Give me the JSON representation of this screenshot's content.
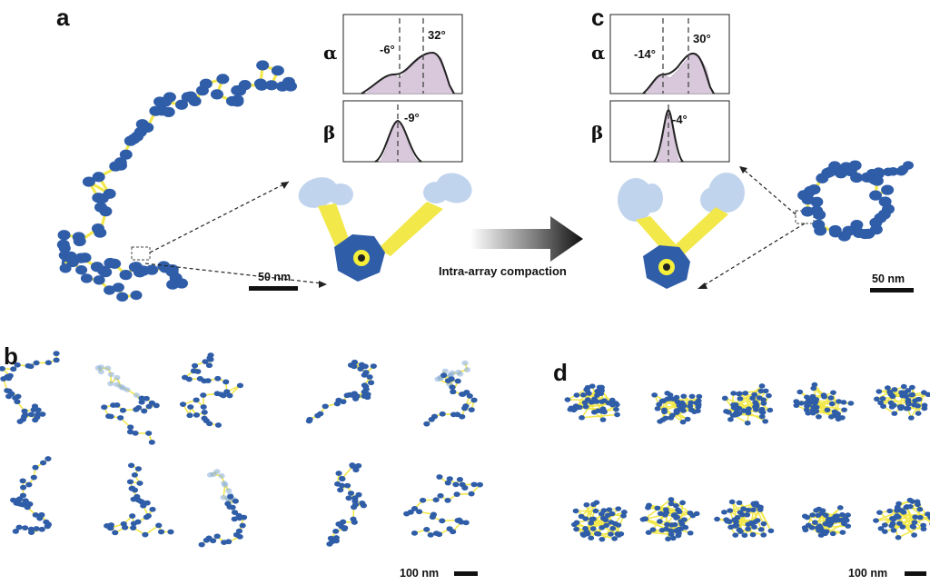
{
  "panels": {
    "a": "a",
    "b": "b",
    "c": "c",
    "d": "d"
  },
  "histograms": {
    "a": {
      "alpha_label": "α",
      "beta_label": "β",
      "alpha_angles": [
        "-6°",
        "32°"
      ],
      "beta_angle": "-9°"
    },
    "c": {
      "alpha_label": "α",
      "beta_label": "β",
      "alpha_angles": [
        "-14°",
        "30°"
      ],
      "beta_angle": "-4°"
    }
  },
  "arrow_caption": "Intra-array compaction",
  "scale_bars": {
    "a": "50 nm",
    "c": "50 nm",
    "b": "100 nm",
    "d": "100 nm"
  },
  "colors": {
    "nucleosome_blue": "#2f5da8",
    "linker_yellow": "#f2e84a",
    "histogram_fill": "#d9c8dc",
    "light_blue": "#8fb2e0"
  }
}
